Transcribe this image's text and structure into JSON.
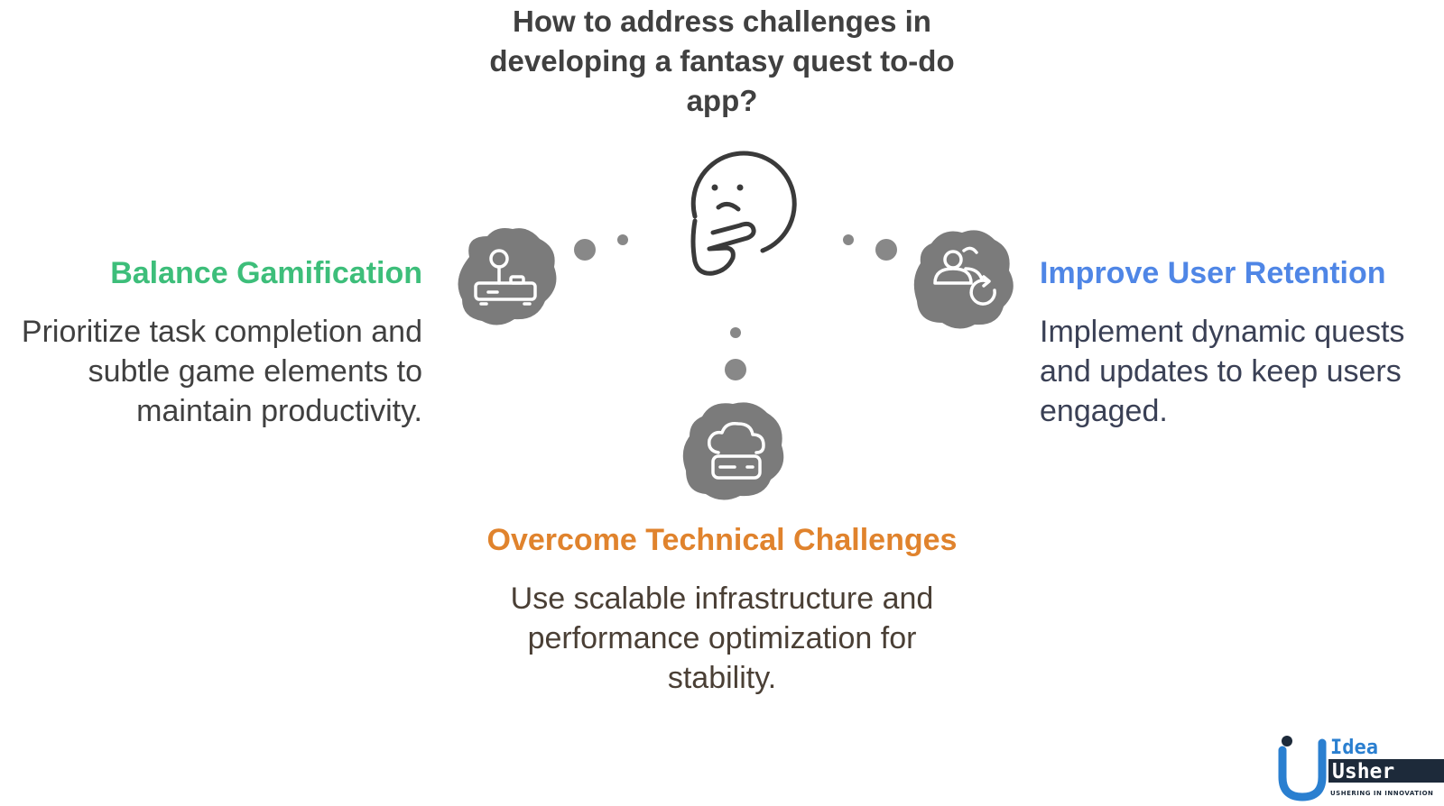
{
  "title": "How to address challenges in developing a fantasy quest to-do app?",
  "center": {
    "icon": "thinking-face-icon"
  },
  "branches": {
    "left": {
      "heading": "Balance Gamification",
      "body": "Prioritize task completion and subtle game elements to maintain productivity.",
      "icon": "joystick-icon",
      "color": "#3dbe7a"
    },
    "right": {
      "heading": "Improve User Retention",
      "body": "Implement dynamic quests and updates to keep users engaged.",
      "icon": "users-refresh-icon",
      "color": "#4f86e6"
    },
    "bottom": {
      "heading": "Overcome Technical Challenges",
      "body": "Use scalable infrastructure and performance optimization for stability.",
      "icon": "cloud-server-icon",
      "color": "#e0832d"
    }
  },
  "logo": {
    "word1": "Idea",
    "word2": "Usher",
    "tagline": "USHERING IN INNOVATION",
    "colors": {
      "primary": "#2a7fd0",
      "dark": "#1d2a3a"
    }
  },
  "colors": {
    "blob": "#7b7b7b",
    "dots": "#888888",
    "icon_stroke": "#ffffff",
    "face_stroke": "#3a3a3a"
  }
}
